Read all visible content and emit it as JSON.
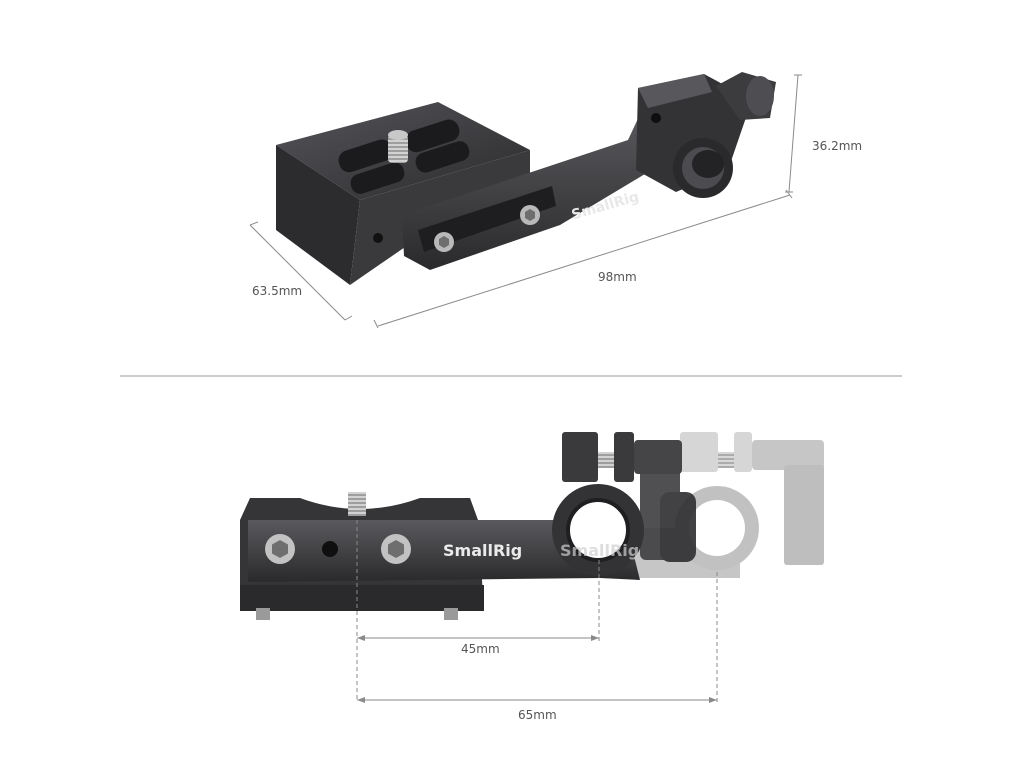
{
  "brand": {
    "logo": "SmallRig"
  },
  "top_view": {
    "dimensions": {
      "width": "63.5mm",
      "length": "98mm",
      "height": "36.2mm"
    }
  },
  "side_view": {
    "dimensions": {
      "offset_short": "45mm",
      "offset_long": "65mm"
    }
  },
  "colors": {
    "metal_dark": "#2e2e30",
    "metal_mid": "#434346",
    "metal_light": "#6a6a6d",
    "ghost": "#a9a9a9",
    "dimension_line": "#8a8a8a",
    "divider": "#999999"
  }
}
